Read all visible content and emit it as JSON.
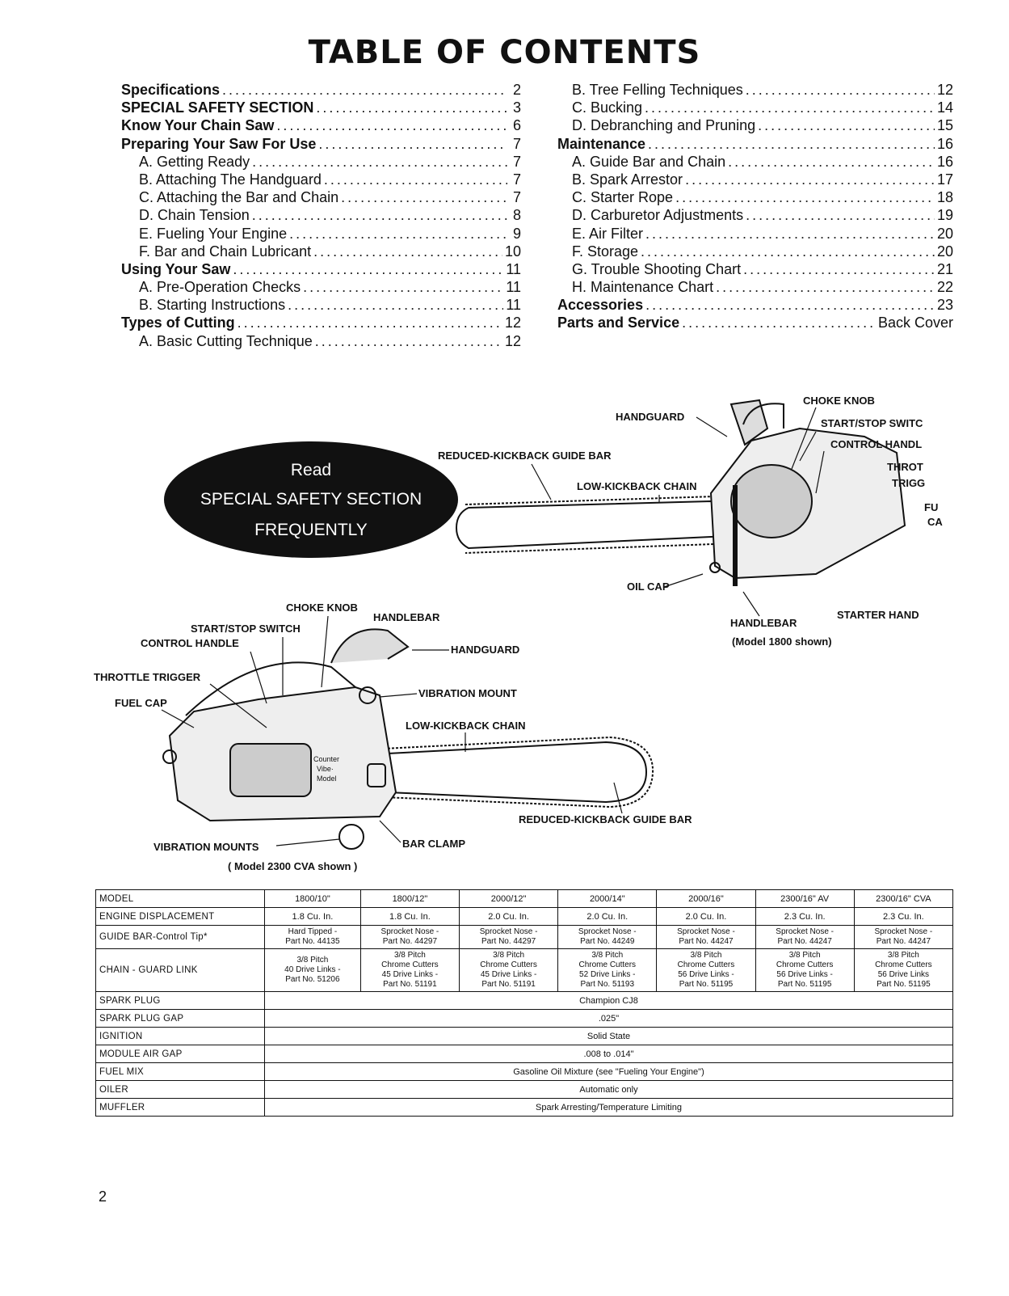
{
  "title": "TABLE OF CONTENTS",
  "toc": {
    "left": [
      {
        "text": "Specifications",
        "page": "2",
        "style": "bold"
      },
      {
        "text": "SPECIAL SAFETY SECTION",
        "page": "3",
        "style": "bold"
      },
      {
        "text": "Know Your Chain Saw",
        "page": "6",
        "style": "bold"
      },
      {
        "text": "Preparing Your Saw For Use",
        "page": "7",
        "style": "bold"
      },
      {
        "text": "A. Getting Ready",
        "page": "7",
        "style": "indent"
      },
      {
        "text": "B. Attaching The Handguard",
        "page": "7",
        "style": "indent"
      },
      {
        "text": "C. Attaching the Bar and Chain",
        "page": "7",
        "style": "indent"
      },
      {
        "text": "D. Chain Tension",
        "page": "8",
        "style": "indent"
      },
      {
        "text": "E. Fueling Your Engine",
        "page": "9",
        "style": "indent"
      },
      {
        "text": "F. Bar and Chain Lubricant",
        "page": "10",
        "style": "indent"
      },
      {
        "text": "Using Your Saw",
        "page": "11",
        "style": "bold"
      },
      {
        "text": "A. Pre-Operation Checks",
        "page": "11",
        "style": "indent"
      },
      {
        "text": "B. Starting Instructions",
        "page": "11",
        "style": "indent"
      },
      {
        "text": "Types of Cutting",
        "page": "12",
        "style": "bold"
      },
      {
        "text": "A. Basic Cutting Technique",
        "page": "12",
        "style": "indent"
      }
    ],
    "right": [
      {
        "text": "B. Tree Felling Techniques",
        "page": "12",
        "style": "indent2"
      },
      {
        "text": "C. Bucking",
        "page": "14",
        "style": "indent2"
      },
      {
        "text": "D. Debranching and Pruning",
        "page": "15",
        "style": "indent2"
      },
      {
        "text": "Maintenance",
        "page": "16",
        "style": "bold"
      },
      {
        "text": "A. Guide Bar and Chain",
        "page": "16",
        "style": "indent2"
      },
      {
        "text": "B. Spark Arrestor",
        "page": "17",
        "style": "indent2"
      },
      {
        "text": "C. Starter Rope",
        "page": "18",
        "style": "indent2"
      },
      {
        "text": "D. Carburetor Adjustments",
        "page": "19",
        "style": "indent2"
      },
      {
        "text": "E. Air Filter",
        "page": "20",
        "style": "indent2"
      },
      {
        "text": "F. Storage",
        "page": "20",
        "style": "indent2"
      },
      {
        "text": "G. Trouble Shooting Chart",
        "page": "21",
        "style": "indent2"
      },
      {
        "text": "H. Maintenance Chart",
        "page": "22",
        "style": "indent2"
      },
      {
        "text": "Accessories",
        "page": "23",
        "style": "bold"
      },
      {
        "text": "Parts and Service",
        "page": "Back Cover",
        "style": "bold"
      }
    ]
  },
  "badge": {
    "line1": "Read",
    "line2": "SPECIAL SAFETY SECTION",
    "line3": "FREQUENTLY"
  },
  "diagram_top": {
    "handguard": "HANDGUARD",
    "choke_knob": "CHOKE KNOB",
    "start_stop": "START/STOP SWITC",
    "control_handle": "CONTROL HANDL",
    "throttle": "THROT",
    "trigger": "TRIGG",
    "fuel": "FU",
    "cap": "CA",
    "guide_bar": "REDUCED-KICKBACK GUIDE BAR",
    "chain": "LOW-KICKBACK CHAIN",
    "oil_cap": "OIL CAP",
    "handlebar": "HANDLEBAR",
    "starter_handle": "STARTER HAND",
    "model_note": "(Model 1800 shown)"
  },
  "diagram_bottom": {
    "choke_knob": "CHOKE KNOB",
    "handlebar": "HANDLEBAR",
    "start_stop": "START/STOP SWITCH",
    "control_handle": "CONTROL HANDLE",
    "handguard": "HANDGUARD",
    "throttle_trigger": "THROTTLE TRIGGER",
    "fuel_cap": "FUEL CAP",
    "vibration_mount": "VIBRATION MOUNT",
    "chain": "LOW-KICKBACK CHAIN",
    "guide_bar": "REDUCED-KICKBACK GUIDE BAR",
    "vibration_mounts": "VIBRATION MOUNTS",
    "bar_clamp": "BAR CLAMP",
    "model_note": "( Model 2300 CVA shown )",
    "counter_vibe_1": "Counter",
    "counter_vibe_2": "Vibe·",
    "counter_vibe_3": "Model"
  },
  "specs": {
    "model_label": "MODEL",
    "models": [
      "1800/10\"",
      "1800/12\"",
      "2000/12\"",
      "2000/14\"",
      "2000/16\"",
      "2300/16\" AV",
      "2300/16\" CVA"
    ],
    "engine_label": "ENGINE DISPLACEMENT",
    "engine": [
      "1.8 Cu. In.",
      "1.8 Cu. In.",
      "2.0 Cu. In.",
      "2.0 Cu. In.",
      "2.0 Cu. In.",
      "2.3 Cu. In.",
      "2.3 Cu. In."
    ],
    "guide_label": "GUIDE BAR-Control Tip*",
    "guide": [
      [
        "Hard Tipped -",
        "Part No. 44135"
      ],
      [
        "Sprocket Nose -",
        "Part No. 44297"
      ],
      [
        "Sprocket Nose -",
        "Part No. 44297"
      ],
      [
        "Sprocket Nose -",
        "Part No. 44249"
      ],
      [
        "Sprocket Nose -",
        "Part No. 44247"
      ],
      [
        "Sprocket Nose -",
        "Part No. 44247"
      ],
      [
        "Sprocket Nose -",
        "Part No. 44247"
      ]
    ],
    "chain_label": "CHAIN - GUARD LINK",
    "chain": [
      [
        "3/8 Pitch",
        "40 Drive Links -",
        "Part No. 51206"
      ],
      [
        "3/8 Pitch",
        "Chrome Cutters",
        "45 Drive Links -",
        "Part No. 51191"
      ],
      [
        "3/8 Pitch",
        "Chrome Cutters",
        "45 Drive Links -",
        "Part No. 51191"
      ],
      [
        "3/8 Pitch",
        "Chrome Cutters",
        "52 Drive Links -",
        "Part No. 51193"
      ],
      [
        "3/8 Pitch",
        "Chrome Cutters",
        "56 Drive Links -",
        "Part No. 51195"
      ],
      [
        "3/8 Pitch",
        "Chrome Cutters",
        "56 Drive Links -",
        "Part No. 51195"
      ],
      [
        "3/8 Pitch",
        "Chrome Cutters",
        "56 Drive Links",
        "Part No. 51195"
      ]
    ],
    "common": [
      {
        "label": "SPARK PLUG",
        "value": "Champion CJ8"
      },
      {
        "label": "SPARK PLUG GAP",
        "value": ".025\""
      },
      {
        "label": "IGNITION",
        "value": "Solid State"
      },
      {
        "label": "MODULE AIR GAP",
        "value": ".008 to .014\""
      },
      {
        "label": "FUEL MIX",
        "value": "Gasoline Oil Mixture (see \"Fueling Your Engine\")"
      },
      {
        "label": "OILER",
        "value": "Automatic only"
      },
      {
        "label": "MUFFLER",
        "value": "Spark Arresting/Temperature Limiting"
      }
    ]
  },
  "page_number": "2"
}
